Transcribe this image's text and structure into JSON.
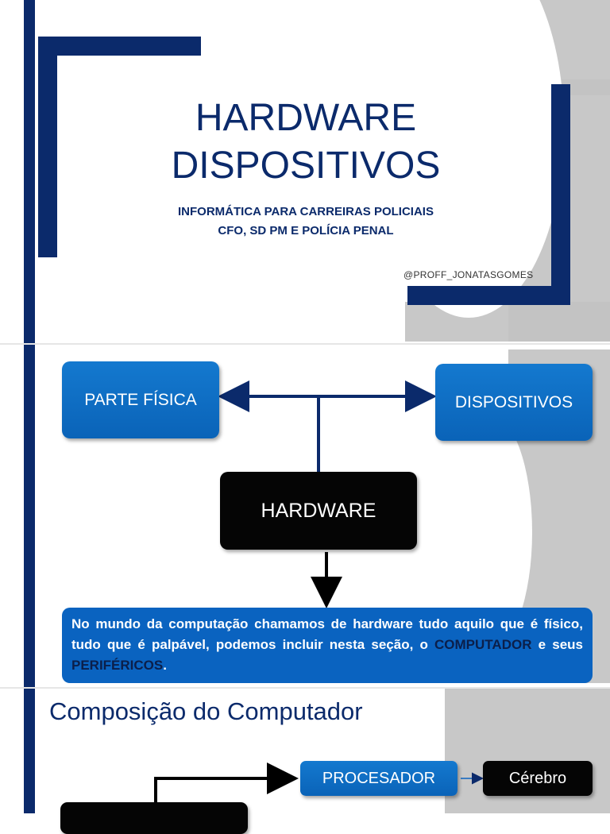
{
  "cover": {
    "title_line1": "HARDWARE",
    "title_line2": "DISPOSITIVOS",
    "subtitle_line1": "INFORMÁTICA PARA CARREIRAS POLICIAIS",
    "subtitle_line2": "CFO, SD PM E POLÍCIA PENAL",
    "handle": "@PROFF_JONATASGOMES"
  },
  "diagram": {
    "left_box": "PARTE FÍSICA",
    "right_box": "DISPOSITIVOS",
    "center_box": "HARDWARE",
    "description": {
      "part1": "No mundo da computação chamamos de hardware tudo aquilo que é físico, tudo que é palpável, podemos incluir nesta seção, o ",
      "highlight1": "COMPUTADOR",
      "part2": " e seus ",
      "highlight2": "PERIFÉRICOS",
      "part3": "."
    }
  },
  "section": {
    "title": "Composição do Computador",
    "processor_box": "PROCESADOR",
    "brain_box": "Cérebro"
  },
  "colors": {
    "navy": "#0b2a6b",
    "blue": "#0a63c0",
    "black": "#050505",
    "dots": "#b9b9b9"
  }
}
